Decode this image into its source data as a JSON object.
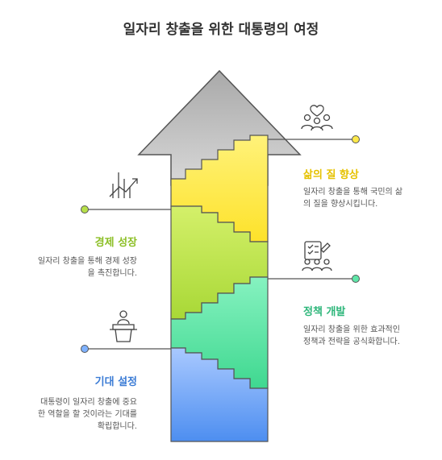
{
  "title": "일자리 창출을 위한 대통령의 여정",
  "colors": {
    "arrow_gray": "#c8c8c8",
    "yellow": "#fde94a",
    "lime": "#b7e04a",
    "green": "#5fe6a8",
    "blue": "#7fb2ff",
    "heading_yellow": "#e6c200",
    "heading_lime": "#8cbf26",
    "heading_green": "#2db67a",
    "heading_blue": "#3a7bd5"
  },
  "stages": [
    {
      "heading": "삶의 질 향상",
      "desc_lines": [
        "일자리 창출을 통해 국민의 삶",
        "의 질을 향상시킵니다."
      ],
      "icon": "people-heart-icon",
      "side": "right"
    },
    {
      "heading": "경제 성장",
      "desc_lines": [
        "일자리 창출을 통해 경제 성장",
        "을 촉진합니다."
      ],
      "icon": "growth-chart-icon",
      "side": "left"
    },
    {
      "heading": "정책 개발",
      "desc_lines": [
        "일자리 창출을 위한 효과적인",
        "정책과 전략을 공식화합니다."
      ],
      "icon": "team-checklist-icon",
      "side": "right"
    },
    {
      "heading": "기대 설정",
      "desc_lines": [
        "대통령이 일자리 창출에 중요",
        "한 역할을 할 것이라는 기대를",
        "확립합니다."
      ],
      "icon": "speaker-podium-icon",
      "side": "left"
    }
  ]
}
